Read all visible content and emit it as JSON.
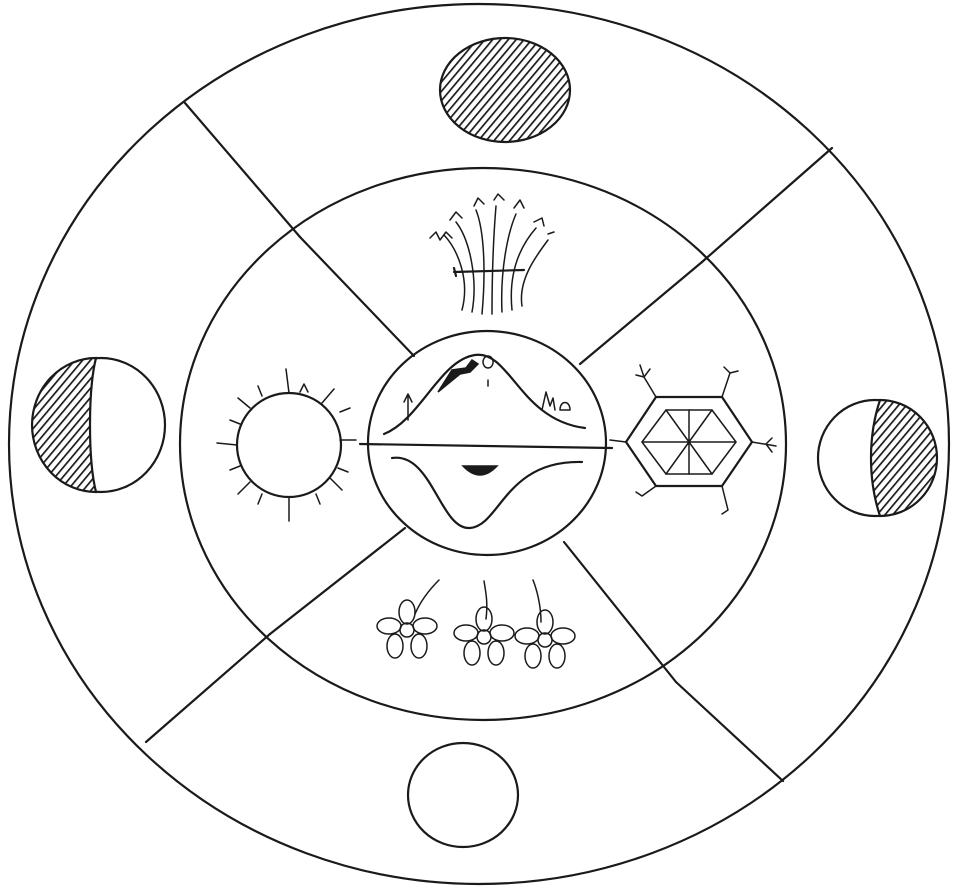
{
  "diagram": {
    "rings": [
      "outer-ring",
      "middle-ring",
      "center-disc"
    ],
    "outer_ring_symbols": [
      "new-moon",
      "first-quarter-moon",
      "full-moon",
      "last-quarter-moon"
    ],
    "middle_ring_symbols": [
      "wheat-sheaf",
      "snowflake",
      "flowers",
      "sun"
    ],
    "center_symbols": [
      "day-hill-with-figures",
      "night-valley-with-half-sun"
    ],
    "colors": {
      "ink": "#1a1a1a",
      "paper": "#ffffff"
    }
  }
}
